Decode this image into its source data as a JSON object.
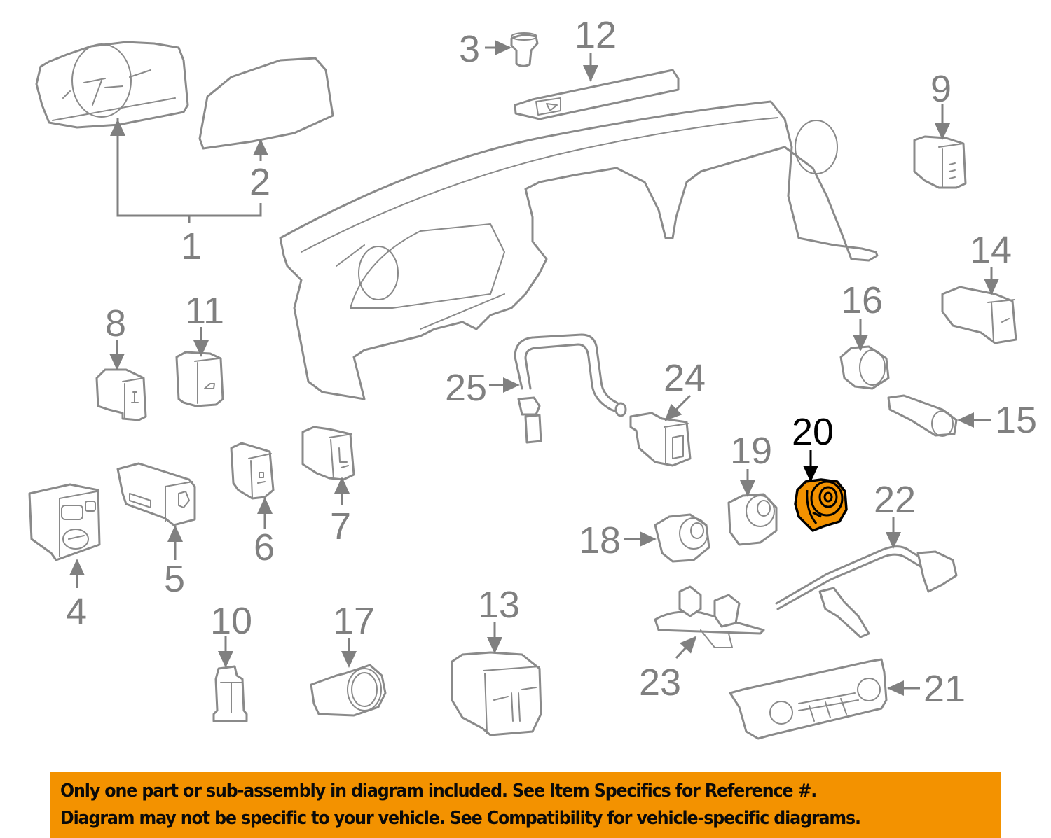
{
  "diagram": {
    "title": "Instrument panel switches and components",
    "highlighted_part": "20",
    "highlight_color": "#f39200",
    "line_color": "#808080",
    "callouts": [
      {
        "id": "c1",
        "label": "1"
      },
      {
        "id": "c2",
        "label": "2"
      },
      {
        "id": "c3",
        "label": "3"
      },
      {
        "id": "c4",
        "label": "4"
      },
      {
        "id": "c5",
        "label": "5"
      },
      {
        "id": "c6",
        "label": "6"
      },
      {
        "id": "c7",
        "label": "7"
      },
      {
        "id": "c8",
        "label": "8"
      },
      {
        "id": "c9",
        "label": "9"
      },
      {
        "id": "c10",
        "label": "10"
      },
      {
        "id": "c11",
        "label": "11"
      },
      {
        "id": "c12",
        "label": "12"
      },
      {
        "id": "c13",
        "label": "13"
      },
      {
        "id": "c14",
        "label": "14"
      },
      {
        "id": "c15",
        "label": "15"
      },
      {
        "id": "c16",
        "label": "16"
      },
      {
        "id": "c17",
        "label": "17"
      },
      {
        "id": "c18",
        "label": "18"
      },
      {
        "id": "c19",
        "label": "19"
      },
      {
        "id": "c20",
        "label": "20"
      },
      {
        "id": "c21",
        "label": "21"
      },
      {
        "id": "c22",
        "label": "22"
      },
      {
        "id": "c23",
        "label": "23"
      },
      {
        "id": "c24",
        "label": "24"
      },
      {
        "id": "c25",
        "label": "25"
      }
    ]
  },
  "notice": {
    "background": "#f39200",
    "line1": "Only one part or sub-assembly in diagram included. See Item Specifics for Reference #.",
    "line2": "Diagram may not be specific to your vehicle. See Compatibility for vehicle-specific diagrams."
  }
}
